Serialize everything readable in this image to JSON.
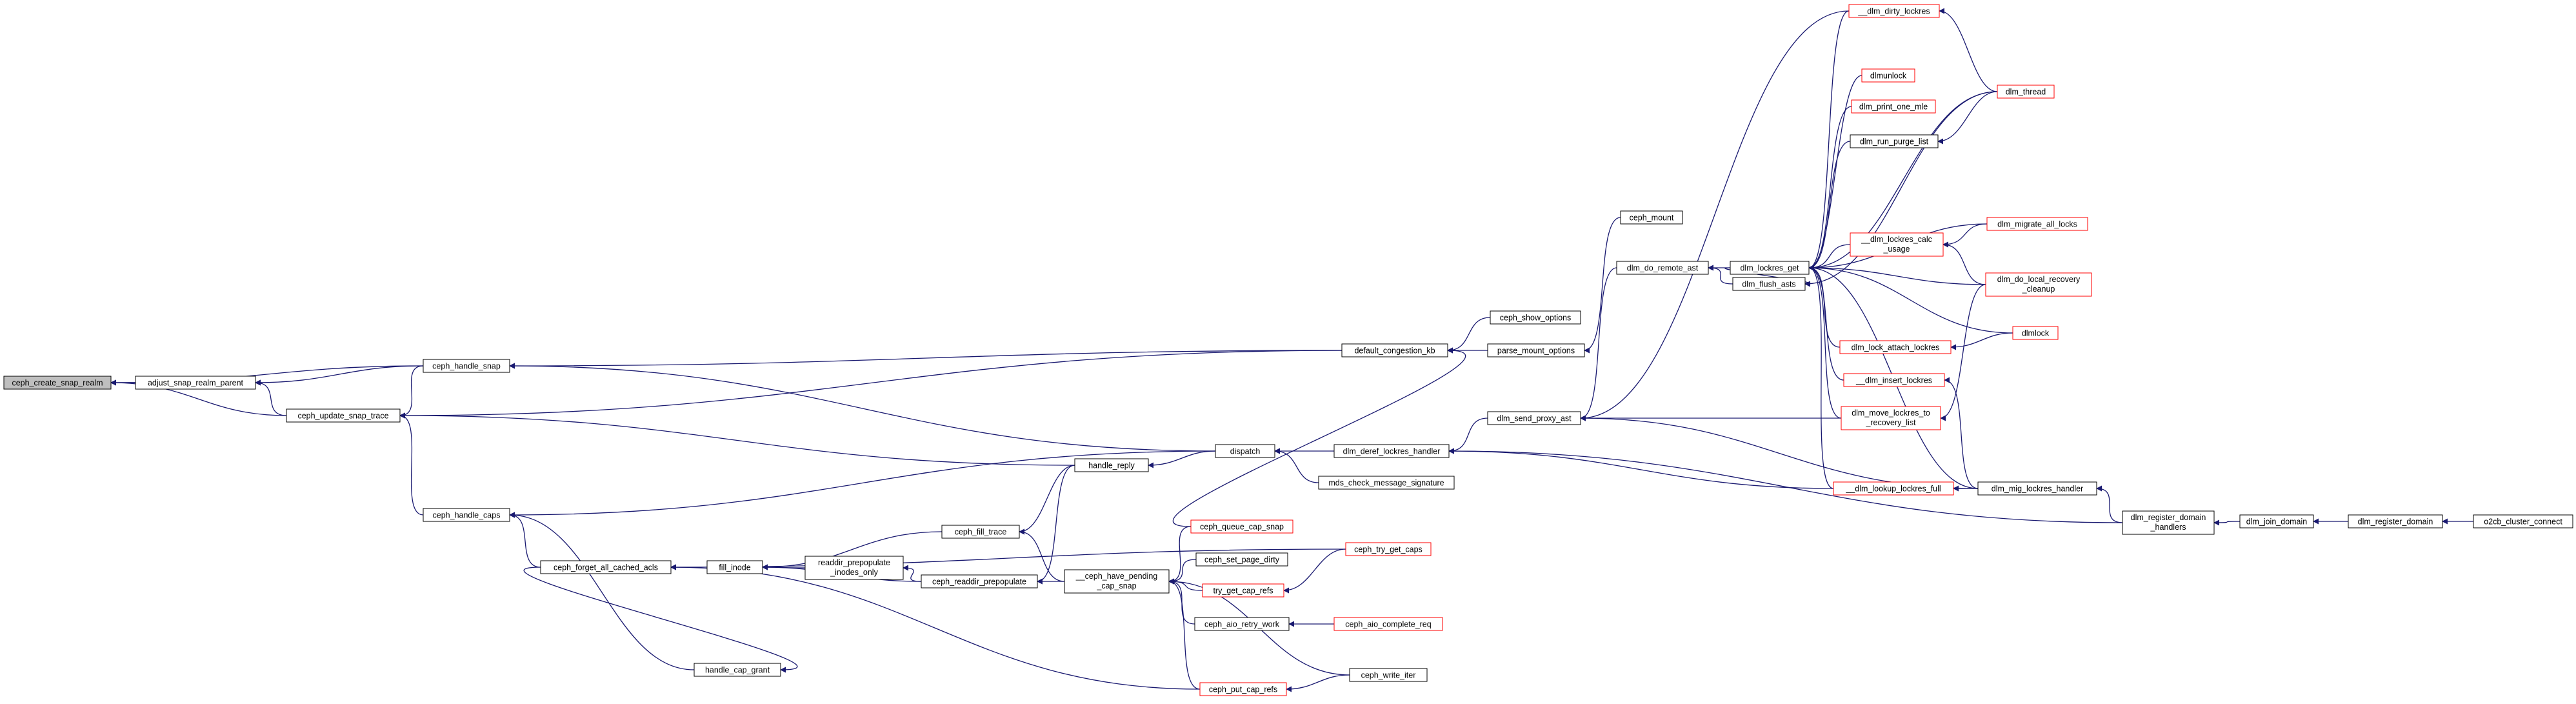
{
  "colors": {
    "edge": "#191970",
    "node_border": "#000000",
    "truncated_border": "#ff0000",
    "root_fill": "#bfbfbf",
    "node_fill": "#ffffff"
  },
  "nodes": [
    {
      "id": "n_root",
      "label": "ceph_create_snap_realm",
      "style": "root"
    },
    {
      "id": "n_adjust",
      "label": "adjust_snap_realm_parent",
      "style": "normal"
    },
    {
      "id": "n_handle_snap",
      "label": "ceph_handle_snap",
      "style": "normal"
    },
    {
      "id": "n_update_trace",
      "label": "ceph_update_snap_trace",
      "style": "normal"
    },
    {
      "id": "n_handle_caps",
      "label": "ceph_handle_caps",
      "style": "normal"
    },
    {
      "id": "n_forget",
      "label": "ceph_forget_all_cached_acls",
      "style": "normal"
    },
    {
      "id": "n_cap_grant",
      "label": "handle_cap_grant",
      "style": "normal"
    },
    {
      "id": "n_fill_inode",
      "label": "fill_inode",
      "style": "normal"
    },
    {
      "id": "n_rd_pre_only",
      "label": [
        "readdir_prepopulate",
        "_inodes_only"
      ],
      "style": "normal"
    },
    {
      "id": "n_fill_trace",
      "label": "ceph_fill_trace",
      "style": "normal"
    },
    {
      "id": "n_rd_pre",
      "label": "ceph_readdir_prepopulate",
      "style": "normal"
    },
    {
      "id": "n_handle_reply",
      "label": "handle_reply",
      "style": "normal"
    },
    {
      "id": "n_dispatch",
      "label": "dispatch",
      "style": "normal"
    },
    {
      "id": "n_mds_sig",
      "label": "mds_check_message_signature",
      "style": "normal"
    },
    {
      "id": "n_default_cong",
      "label": "default_congestion_kb",
      "style": "normal"
    },
    {
      "id": "n_show_opts",
      "label": "ceph_show_options",
      "style": "normal"
    },
    {
      "id": "n_parse_opts",
      "label": "parse_mount_options",
      "style": "normal"
    },
    {
      "id": "n_mount",
      "label": "ceph_mount",
      "style": "normal"
    },
    {
      "id": "n_have_pending",
      "label": [
        "__ceph_have_pending",
        "_cap_snap"
      ],
      "style": "normal"
    },
    {
      "id": "n_queue_cap",
      "label": "ceph_queue_cap_snap",
      "style": "truncated"
    },
    {
      "id": "n_set_dirty",
      "label": "ceph_set_page_dirty",
      "style": "normal"
    },
    {
      "id": "n_try_cap_refs",
      "label": "try_get_cap_refs",
      "style": "truncated"
    },
    {
      "id": "n_aio_retry",
      "label": "ceph_aio_retry_work",
      "style": "normal"
    },
    {
      "id": "n_put_cap",
      "label": "ceph_put_cap_refs",
      "style": "truncated"
    },
    {
      "id": "n_try_get_caps",
      "label": "ceph_try_get_caps",
      "style": "truncated"
    },
    {
      "id": "n_aio_complete",
      "label": "ceph_aio_complete_req",
      "style": "truncated"
    },
    {
      "id": "n_write_iter",
      "label": "ceph_write_iter",
      "style": "normal"
    },
    {
      "id": "n_deref",
      "label": "dlm_deref_lockres_handler",
      "style": "normal"
    },
    {
      "id": "n_proxy_ast",
      "label": "dlm_send_proxy_ast",
      "style": "normal"
    },
    {
      "id": "n_remote_ast",
      "label": "dlm_do_remote_ast",
      "style": "normal"
    },
    {
      "id": "n_flush_asts",
      "label": "dlm_flush_asts",
      "style": "normal"
    },
    {
      "id": "n_lockres_get",
      "label": "dlm_lockres_get",
      "style": "normal"
    },
    {
      "id": "n_dirty_lockres",
      "label": "__dlm_dirty_lockres",
      "style": "truncated"
    },
    {
      "id": "n_dlmunlock",
      "label": "dlmunlock",
      "style": "truncated"
    },
    {
      "id": "n_print_mle",
      "label": "dlm_print_one_mle",
      "style": "truncated"
    },
    {
      "id": "n_purge_list",
      "label": "dlm_run_purge_list",
      "style": "normal"
    },
    {
      "id": "n_calc_usage",
      "label": [
        "__dlm_lockres_calc",
        "_usage"
      ],
      "style": "truncated"
    },
    {
      "id": "n_attach_lockres",
      "label": "dlm_lock_attach_lockres",
      "style": "truncated"
    },
    {
      "id": "n_insert_lockres",
      "label": "__dlm_insert_lockres",
      "style": "truncated"
    },
    {
      "id": "n_move_lockres",
      "label": [
        "dlm_move_lockres_to",
        "_recovery_list"
      ],
      "style": "truncated"
    },
    {
      "id": "n_lookup_full",
      "label": "__dlm_lookup_lockres_full",
      "style": "truncated"
    },
    {
      "id": "n_dlm_thread",
      "label": "dlm_thread",
      "style": "truncated"
    },
    {
      "id": "n_migrate_all",
      "label": "dlm_migrate_all_locks",
      "style": "truncated"
    },
    {
      "id": "n_local_recovery",
      "label": [
        "dlm_do_local_recovery",
        "_cleanup"
      ],
      "style": "truncated"
    },
    {
      "id": "n_dlmlock",
      "label": "dlmlock",
      "style": "truncated"
    },
    {
      "id": "n_mig_handler",
      "label": "dlm_mig_lockres_handler",
      "style": "normal"
    },
    {
      "id": "n_reg_handlers",
      "label": [
        "dlm_register_domain",
        "_handlers"
      ],
      "style": "normal"
    },
    {
      "id": "n_join_domain",
      "label": "dlm_join_domain",
      "style": "normal"
    },
    {
      "id": "n_register_domain",
      "label": "dlm_register_domain",
      "style": "normal"
    },
    {
      "id": "n_o2cb",
      "label": "o2cb_cluster_connect",
      "style": "normal"
    }
  ],
  "edges": [
    [
      "n_adjust",
      "n_root"
    ],
    [
      "n_handle_snap",
      "n_root"
    ],
    [
      "n_update_trace",
      "n_root"
    ],
    [
      "n_handle_snap",
      "n_adjust"
    ],
    [
      "n_update_trace",
      "n_adjust"
    ],
    [
      "n_handle_snap",
      "n_update_trace"
    ],
    [
      "n_handle_caps",
      "n_update_trace"
    ],
    [
      "n_handle_reply",
      "n_update_trace"
    ],
    [
      "n_dispatch",
      "n_handle_snap"
    ],
    [
      "n_dispatch",
      "n_handle_caps"
    ],
    [
      "n_dispatch",
      "n_handle_reply"
    ],
    [
      "n_default_cong",
      "n_handle_snap"
    ],
    [
      "n_default_cong",
      "n_update_trace"
    ],
    [
      "n_forget",
      "n_handle_caps"
    ],
    [
      "n_cap_grant",
      "n_handle_caps"
    ],
    [
      "n_forget",
      "n_cap_grant"
    ],
    [
      "n_fill_inode",
      "n_forget"
    ],
    [
      "n_try_get_caps",
      "n_forget"
    ],
    [
      "n_put_cap",
      "n_forget"
    ],
    [
      "n_rd_pre_only",
      "n_fill_inode"
    ],
    [
      "n_fill_trace",
      "n_fill_inode"
    ],
    [
      "n_rd_pre",
      "n_fill_inode"
    ],
    [
      "n_rd_pre",
      "n_rd_pre_only"
    ],
    [
      "n_have_pending",
      "n_rd_pre"
    ],
    [
      "n_handle_reply",
      "n_fill_trace"
    ],
    [
      "n_handle_reply",
      "n_rd_pre"
    ],
    [
      "n_have_pending",
      "n_fill_trace"
    ],
    [
      "n_deref",
      "n_dispatch"
    ],
    [
      "n_mds_sig",
      "n_dispatch"
    ],
    [
      "n_queue_cap",
      "n_default_cong"
    ],
    [
      "n_show_opts",
      "n_default_cong"
    ],
    [
      "n_parse_opts",
      "n_default_cong"
    ],
    [
      "n_mount",
      "n_parse_opts"
    ],
    [
      "n_set_dirty",
      "n_have_pending"
    ],
    [
      "n_try_cap_refs",
      "n_have_pending"
    ],
    [
      "n_aio_retry",
      "n_have_pending"
    ],
    [
      "n_put_cap",
      "n_have_pending"
    ],
    [
      "n_write_iter",
      "n_have_pending"
    ],
    [
      "n_queue_cap",
      "n_have_pending"
    ],
    [
      "n_try_get_caps",
      "n_try_cap_refs"
    ],
    [
      "n_aio_complete",
      "n_aio_retry"
    ],
    [
      "n_write_iter",
      "n_put_cap"
    ],
    [
      "n_proxy_ast",
      "n_deref"
    ],
    [
      "n_lookup_full",
      "n_deref"
    ],
    [
      "n_reg_handlers",
      "n_deref"
    ],
    [
      "n_remote_ast",
      "n_proxy_ast"
    ],
    [
      "n_dirty_lockres",
      "n_proxy_ast"
    ],
    [
      "n_move_lockres",
      "n_proxy_ast"
    ],
    [
      "n_mig_handler",
      "n_proxy_ast"
    ],
    [
      "n_lockres_get",
      "n_remote_ast"
    ],
    [
      "n_flush_asts",
      "n_remote_ast"
    ],
    [
      "n_lockres_get",
      "n_flush_asts"
    ],
    [
      "n_dlm_thread",
      "n_flush_asts"
    ],
    [
      "n_dirty_lockres",
      "n_lockres_get"
    ],
    [
      "n_dlmunlock",
      "n_lockres_get"
    ],
    [
      "n_print_mle",
      "n_lockres_get"
    ],
    [
      "n_purge_list",
      "n_lockres_get"
    ],
    [
      "n_calc_usage",
      "n_lockres_get"
    ],
    [
      "n_attach_lockres",
      "n_lockres_get"
    ],
    [
      "n_insert_lockres",
      "n_lockres_get"
    ],
    [
      "n_move_lockres",
      "n_lockres_get"
    ],
    [
      "n_lookup_full",
      "n_lockres_get"
    ],
    [
      "n_dlm_thread",
      "n_lockres_get"
    ],
    [
      "n_migrate_all",
      "n_lockres_get"
    ],
    [
      "n_local_recovery",
      "n_lockres_get"
    ],
    [
      "n_dlmlock",
      "n_lockres_get"
    ],
    [
      "n_mig_handler",
      "n_lockres_get"
    ],
    [
      "n_dlm_thread",
      "n_dirty_lockres"
    ],
    [
      "n_dlm_thread",
      "n_purge_list"
    ],
    [
      "n_migrate_all",
      "n_calc_usage"
    ],
    [
      "n_local_recovery",
      "n_calc_usage"
    ],
    [
      "n_dlmlock",
      "n_attach_lockres"
    ],
    [
      "n_mig_handler",
      "n_insert_lockres"
    ],
    [
      "n_local_recovery",
      "n_move_lockres"
    ],
    [
      "n_mig_handler",
      "n_lookup_full"
    ],
    [
      "n_reg_handlers",
      "n_mig_handler"
    ],
    [
      "n_join_domain",
      "n_reg_handlers"
    ],
    [
      "n_register_domain",
      "n_join_domain"
    ],
    [
      "n_o2cb",
      "n_register_domain"
    ]
  ]
}
